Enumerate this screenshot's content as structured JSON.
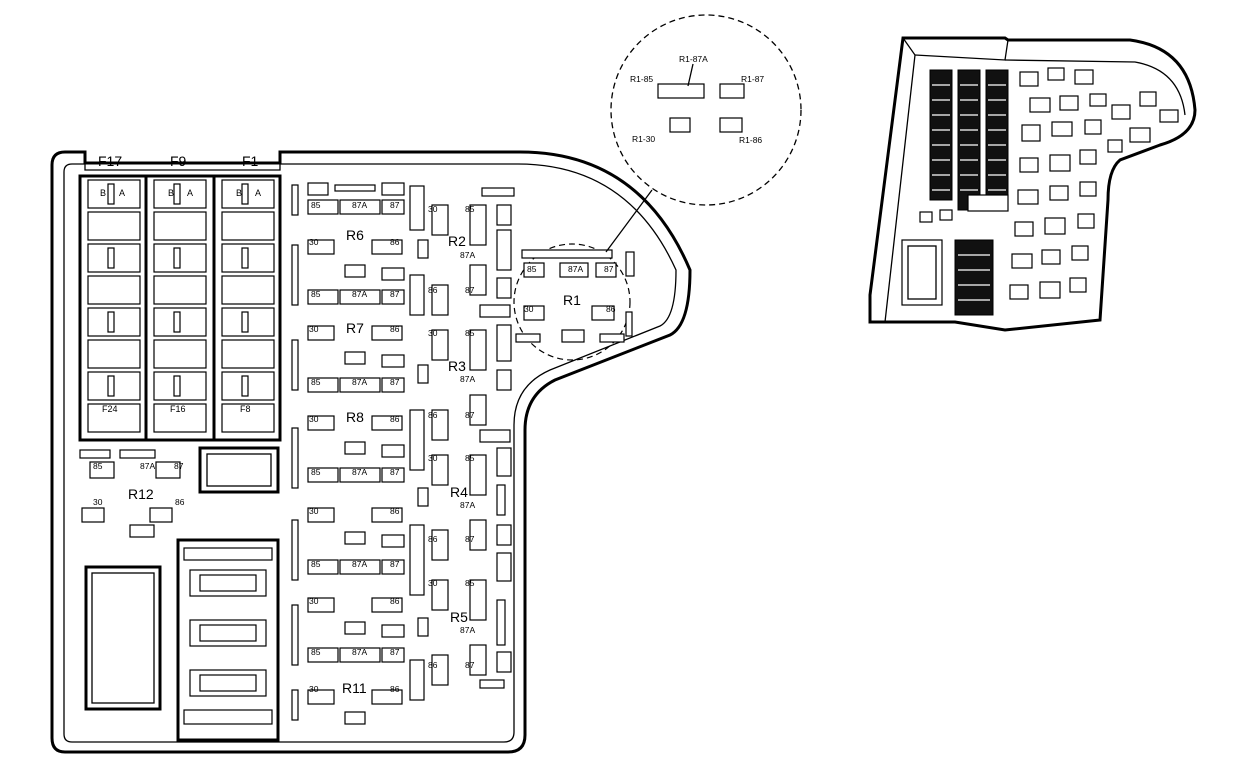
{
  "fuse_columns": [
    "F17",
    "F9",
    "F1"
  ],
  "fuse_cells": {
    "col_left": [
      "B",
      "A"
    ],
    "col_mid": [
      "B",
      "A"
    ],
    "col_right": [
      "B",
      "A"
    ],
    "bottom_labels": [
      "F24",
      "F16",
      "F8"
    ]
  },
  "relays": {
    "R1": "R1",
    "R2": "R2",
    "R3": "R3",
    "R4": "R4",
    "R5": "R5",
    "R6": "R6",
    "R7": "R7",
    "R8": "R8",
    "R11": "R11",
    "R12": "R12"
  },
  "pins": {
    "p30": "30",
    "p85": "85",
    "p86": "86",
    "p87": "87",
    "p87a": "87A"
  },
  "detail": {
    "r1_87a": "R1-87A",
    "r1_85": "R1-85",
    "r1_87": "R1-87",
    "r1_30": "R1-30",
    "r1_86": "R1-86"
  }
}
